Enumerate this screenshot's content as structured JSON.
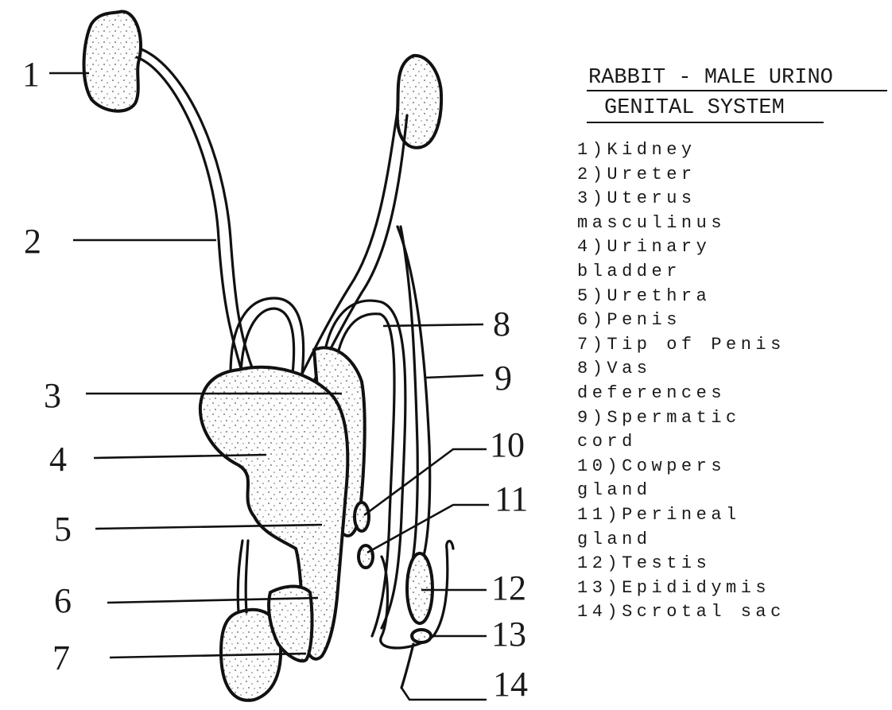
{
  "title": {
    "line1": "RABBIT - MALE URINO",
    "line2": "GENITAL SYSTEM"
  },
  "numbers": [
    "1",
    "2",
    "3",
    "4",
    "5",
    "6",
    "7",
    "8",
    "9",
    "10",
    "11",
    "12",
    "13",
    "14"
  ],
  "legend": [
    "1)Kidney",
    "2)Ureter",
    "3)Uterus",
    "masculinus",
    "4)Urinary",
    "bladder",
    "5)Urethra",
    "6)Penis",
    "7)Tip of Penis",
    "8)Vas",
    "deferences",
    "9)Spermatic",
    "cord",
    "10)Cowpers",
    "gland",
    "11)Perineal",
    "gland",
    "12)Testis",
    "13)Epididymis",
    "14)Scrotal sac"
  ]
}
